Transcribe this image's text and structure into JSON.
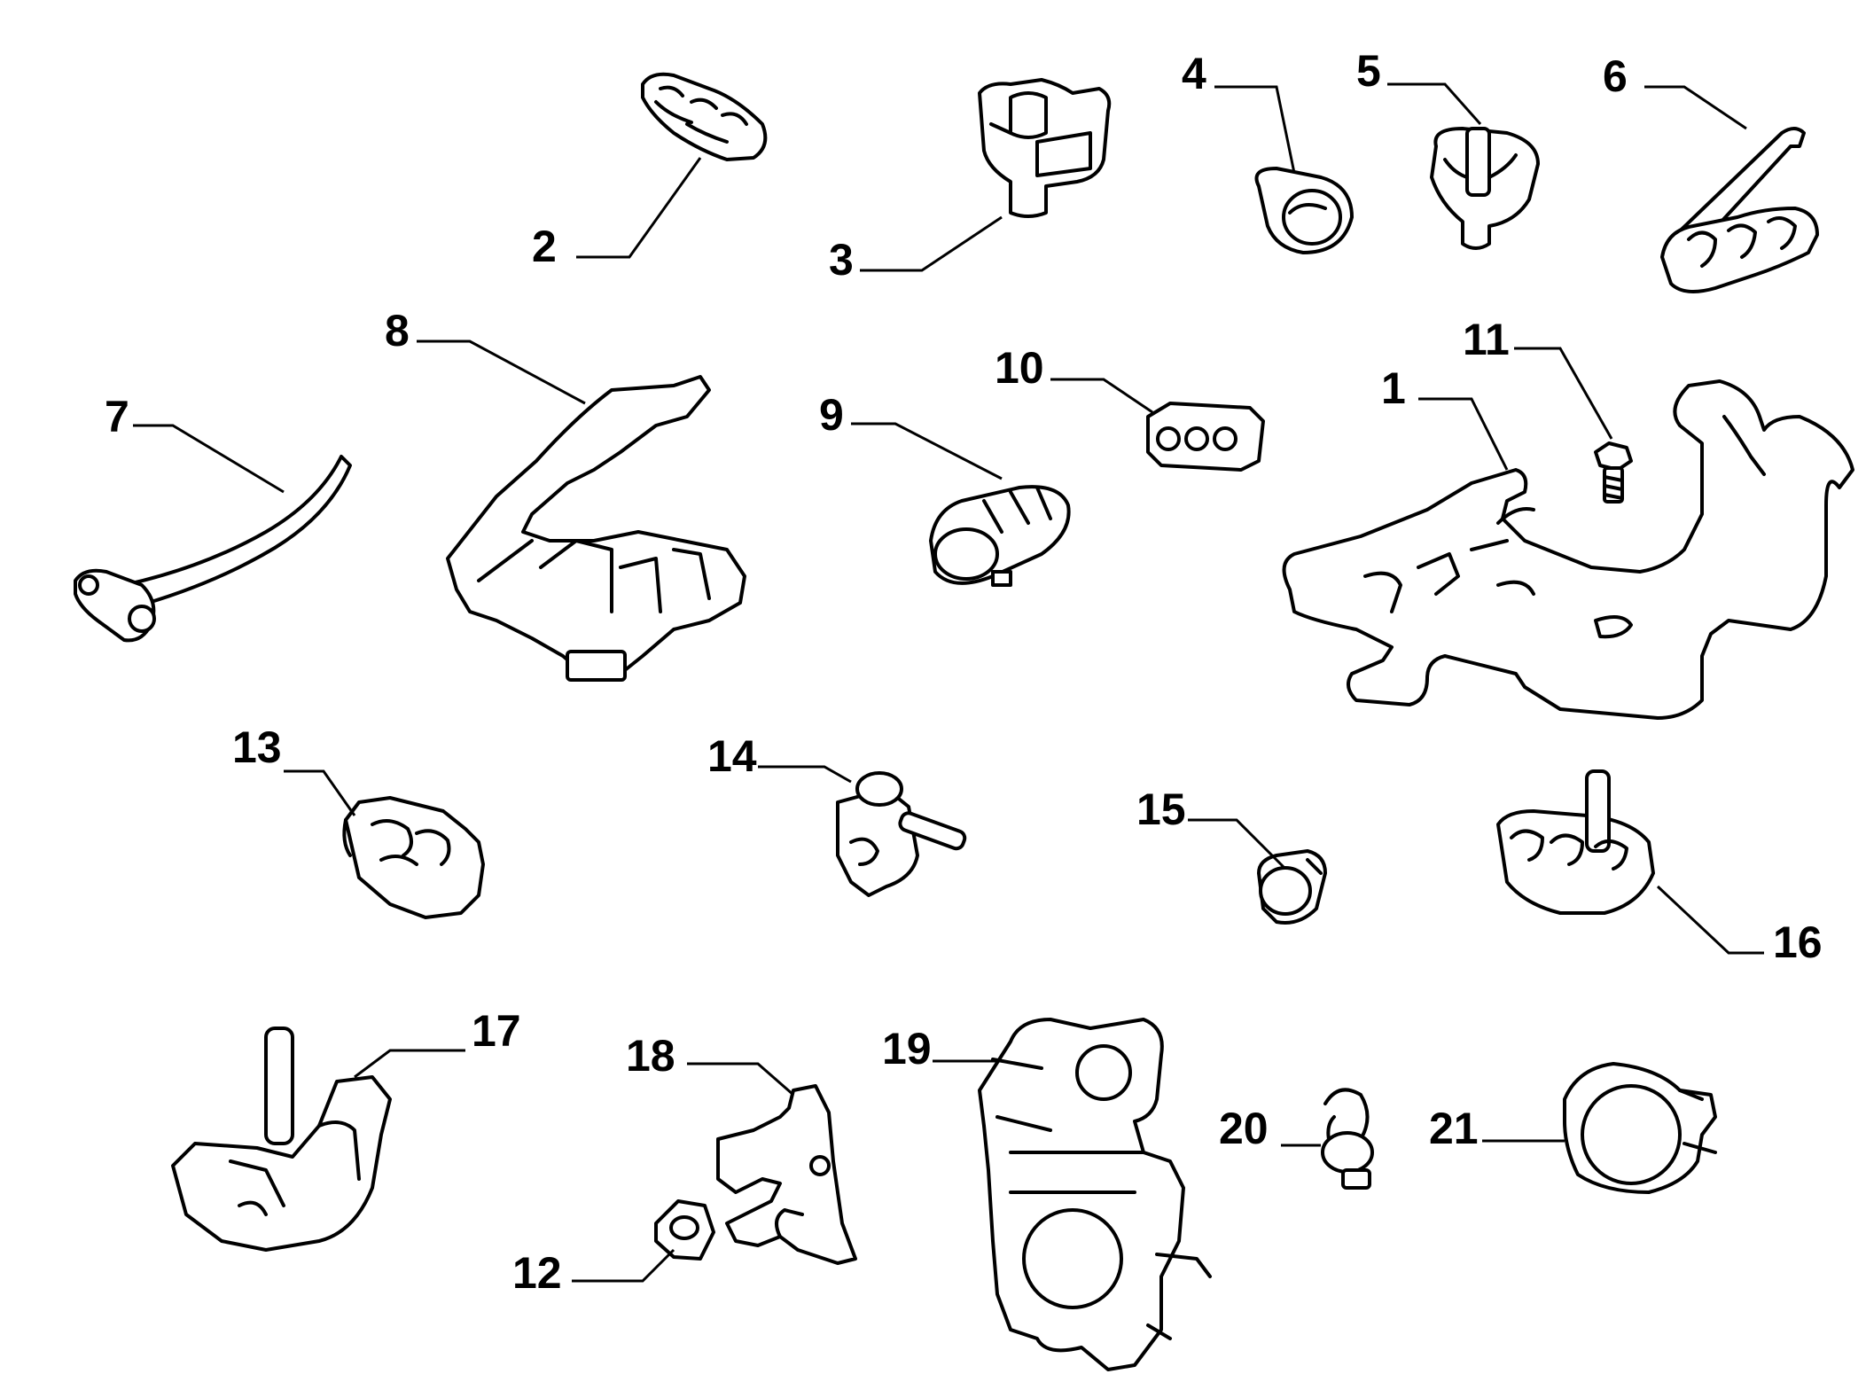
{
  "diagram": {
    "type": "exploded-parts-diagram",
    "parts": [
      {
        "label": "1"
      },
      {
        "label": "2"
      },
      {
        "label": "3"
      },
      {
        "label": "4"
      },
      {
        "label": "5"
      },
      {
        "label": "6"
      },
      {
        "label": "7"
      },
      {
        "label": "8"
      },
      {
        "label": "9"
      },
      {
        "label": "10"
      },
      {
        "label": "11"
      },
      {
        "label": "12"
      },
      {
        "label": "13"
      },
      {
        "label": "14"
      },
      {
        "label": "15"
      },
      {
        "label": "16"
      },
      {
        "label": "17"
      },
      {
        "label": "18"
      },
      {
        "label": "19"
      },
      {
        "label": "20"
      },
      {
        "label": "21"
      }
    ]
  }
}
